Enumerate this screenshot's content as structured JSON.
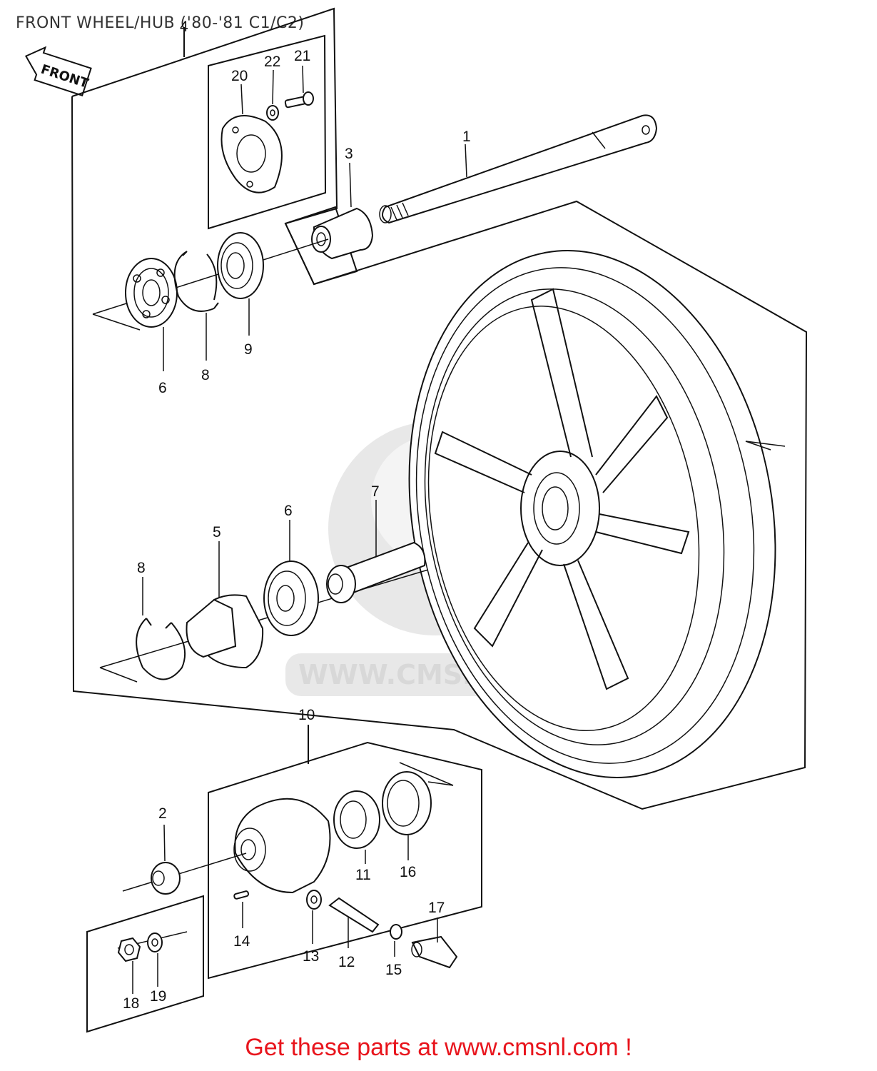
{
  "diagram": {
    "title": "FRONT WHEEL/HUB ('80-'81 C1/C2)",
    "direction_label": "FRONT",
    "watermark": "WWW.CMSNL.COM"
  },
  "callouts": {
    "n1": "1",
    "n2": "2",
    "n3": "3",
    "n4": "4",
    "n5": "5",
    "n6a": "6",
    "n6b": "6",
    "n7": "7",
    "n8a": "8",
    "n8b": "8",
    "n9": "9",
    "n10": "10",
    "n11": "11",
    "n12": "12",
    "n13": "13",
    "n14": "14",
    "n15": "15",
    "n16": "16",
    "n17": "17",
    "n18": "18",
    "n19": "19",
    "n20": "20",
    "n21": "21",
    "n22": "22"
  },
  "footer": {
    "text": "Get these parts at www.cmsnl.com !"
  },
  "colors": {
    "ink": "#111111",
    "footer_red": "#e8141c",
    "watermark_grey": "#cfcfcf"
  }
}
